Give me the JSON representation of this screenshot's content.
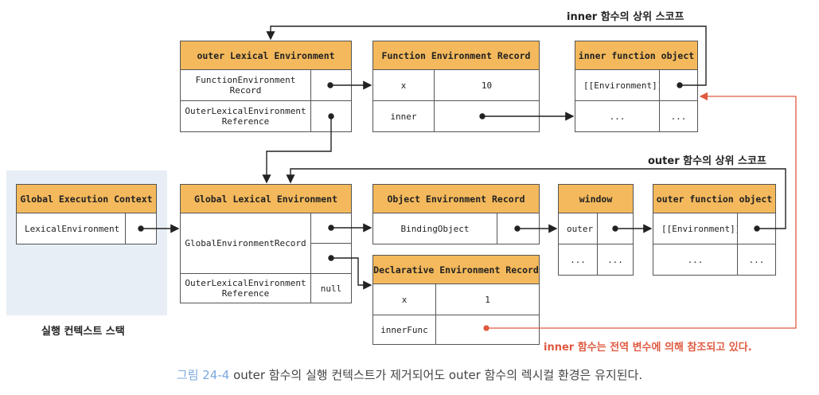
{
  "outer_lex": {
    "title": "outer Lexical Environment",
    "r1": "FunctionEnvironment Record",
    "r2": "OuterLexicalEnvironment Reference"
  },
  "func_env": {
    "title": "Function Environment Record",
    "k1": "x",
    "v1": "10",
    "k2": "inner"
  },
  "inner_obj": {
    "title": "inner function object",
    "r1": "[[Environment]]",
    "d1": "...",
    "d2": "..."
  },
  "gec": {
    "title": "Global Execution Context",
    "r1": "LexicalEnvironment"
  },
  "global_lex": {
    "title": "Global Lexical Environment",
    "r1": "GlobalEnvironmentRecord",
    "r2": "OuterLexicalEnvironment Reference",
    "null": "null"
  },
  "obj_env": {
    "title": "Object Environment Record",
    "r1": "BindingObject"
  },
  "window": {
    "title": "window",
    "r1": "outer",
    "d1": "...",
    "d2": "..."
  },
  "outer_obj": {
    "title": "outer function object",
    "r1": "[[Environment]]",
    "d1": "...",
    "d2": "..."
  },
  "decl_env": {
    "title": "Declarative Environment Record",
    "k1": "x",
    "v1": "1",
    "k2": "innerFunc"
  },
  "labels": {
    "inner_scope": "inner 함수의 상위 스코프",
    "outer_scope": "outer 함수의 상위 스코프",
    "stack": "실행 컨텍스트 스택",
    "note": "inner 함수는 전역 변수에 의해 참조되고 있다."
  },
  "caption": {
    "fig": "그림 24-4",
    "text": " outer 함수의 실행 컨텍스트가 제거되어도 outer 함수의 렉시컬 환경은 유지된다."
  }
}
